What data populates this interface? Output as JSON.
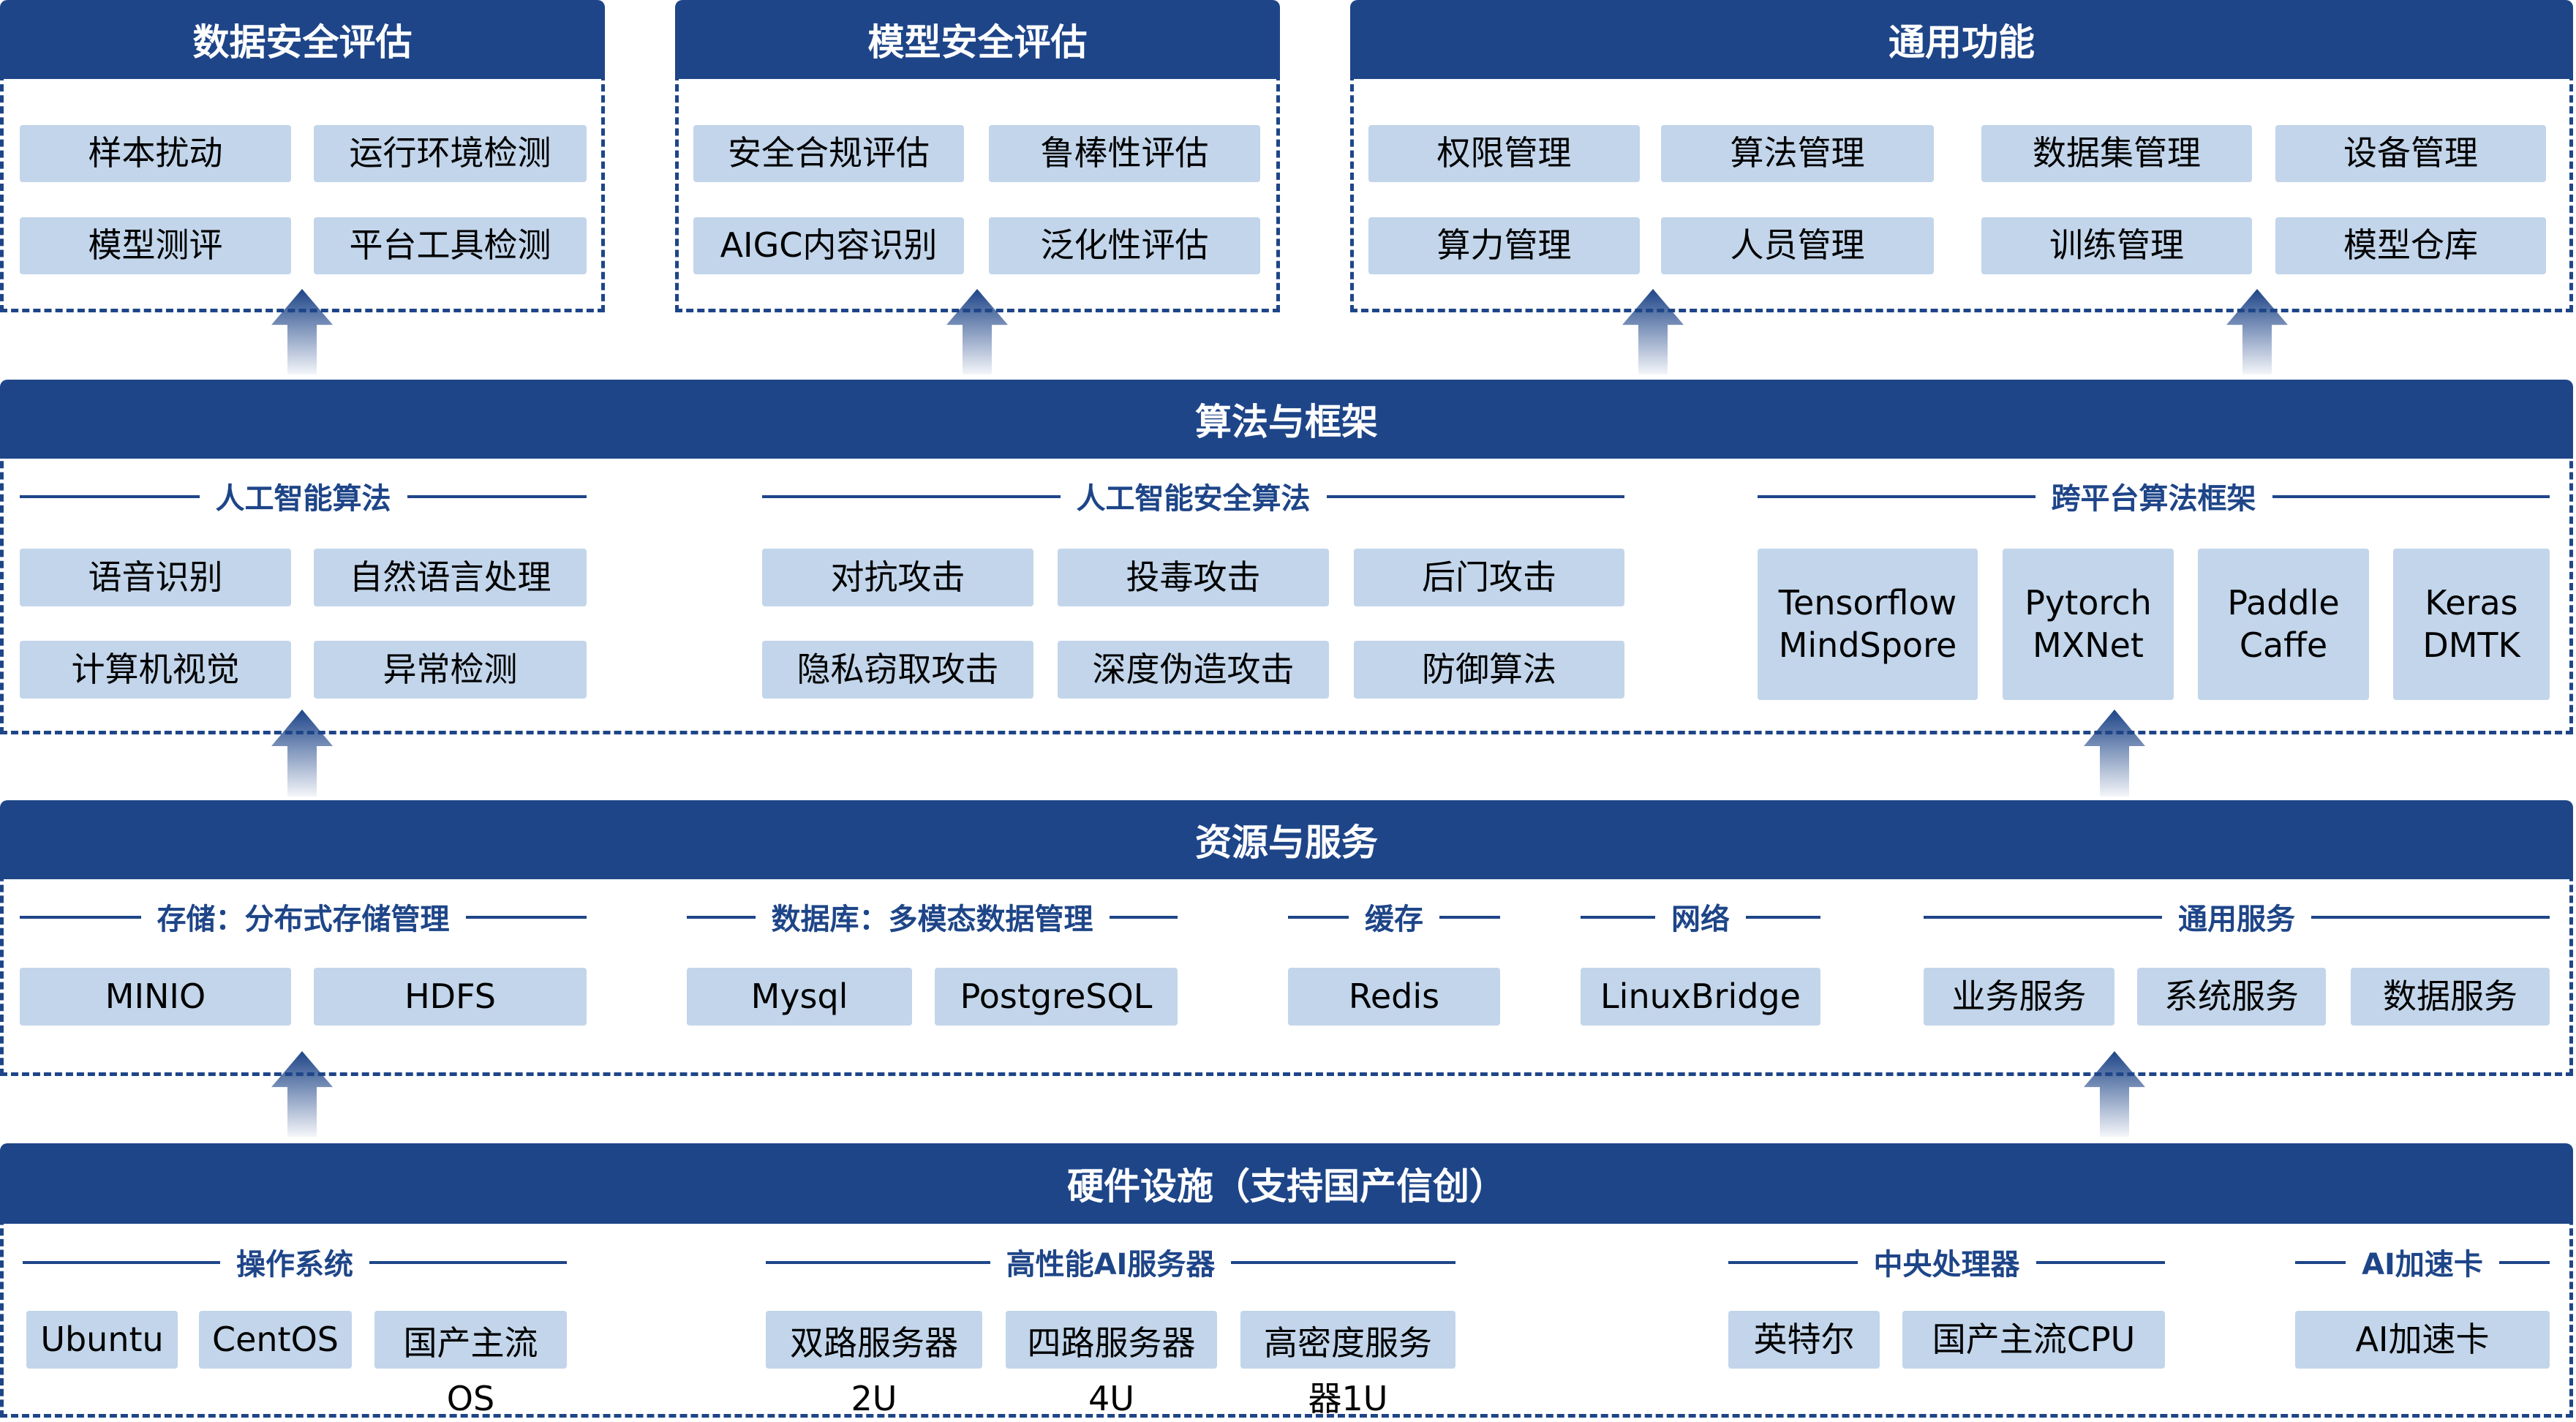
{
  "top": [
    {
      "title": "数据安全评估",
      "items": [
        "样本扰动",
        "运行环境检测",
        "模型测评",
        "平台工具检测"
      ]
    },
    {
      "title": "模型安全评估",
      "items": [
        "安全合规评估",
        "鲁棒性评估",
        "AIGC内容识别",
        "泛化性评估"
      ]
    },
    {
      "title": "通用功能",
      "items": [
        "权限管理",
        "算法管理",
        "数据集管理",
        "设备管理",
        "算力管理",
        "人员管理",
        "训练管理",
        "模型仓库"
      ]
    }
  ],
  "algo": {
    "title": "算法与框架",
    "groups": [
      {
        "title": "人工智能算法",
        "items": [
          "语音识别",
          "自然语言处理",
          "计算机视觉",
          "异常检测"
        ]
      },
      {
        "title": "人工智能安全算法",
        "items": [
          "对抗攻击",
          "投毒攻击",
          "后门攻击",
          "隐私窃取攻击",
          "深度伪造攻击",
          "防御算法"
        ]
      },
      {
        "title": "跨平台算法框架",
        "items": [
          "Tensorflow MindSpore",
          "Pytorch MXNet",
          "Paddle Caffe",
          "Keras DMTK"
        ]
      }
    ]
  },
  "resources": {
    "title": "资源与服务",
    "groups": [
      {
        "title": "存储：分布式存储管理",
        "items": [
          "MINIO",
          "HDFS"
        ]
      },
      {
        "title": "数据库：多模态数据管理",
        "items": [
          "Mysql",
          "PostgreSQL"
        ]
      },
      {
        "title": "缓存",
        "items": [
          "Redis"
        ]
      },
      {
        "title": "网络",
        "items": [
          "LinuxBridge"
        ]
      },
      {
        "title": "通用服务",
        "items": [
          "业务服务",
          "系统服务",
          "数据服务"
        ]
      }
    ]
  },
  "hardware": {
    "title": "硬件设施（支持国产信创）",
    "groups": [
      {
        "title": "操作系统",
        "items": [
          "Ubuntu",
          "CentOS",
          "国产主流OS"
        ]
      },
      {
        "title": "高性能AI服务器",
        "items": [
          "双路服务器2U",
          "四路服务器4U",
          "高密度服务器1U"
        ]
      },
      {
        "title": "中央处理器",
        "items": [
          "英特尔",
          "国产主流CPU"
        ]
      },
      {
        "title": "AI加速卡",
        "items": [
          "AI加速卡"
        ]
      }
    ]
  },
  "colors": {
    "header": "#1e4588",
    "item": "#c2d5ea"
  }
}
